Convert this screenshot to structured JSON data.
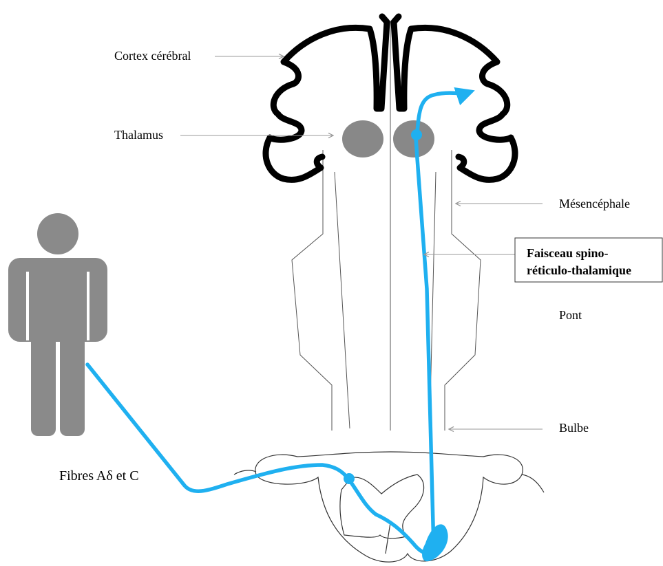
{
  "labels": {
    "cortex": "Cortex cérébral",
    "thalamus": "Thalamus",
    "mesencephale": "Mésencéphale",
    "faisceau_line1": "Faisceau spino-",
    "faisceau_line2": "réticulo-thalamique",
    "pont": "Pont",
    "bulbe": "Bulbe",
    "fibres": "Fibres Aδ et C"
  },
  "colors": {
    "pathway": "#1fb0f0",
    "figure": "#8a8a8a",
    "thalamus": "#888888",
    "cortex": "#000000",
    "pointer": "#9a9a9a"
  },
  "icons": {
    "person": "person-silhouette-icon"
  }
}
